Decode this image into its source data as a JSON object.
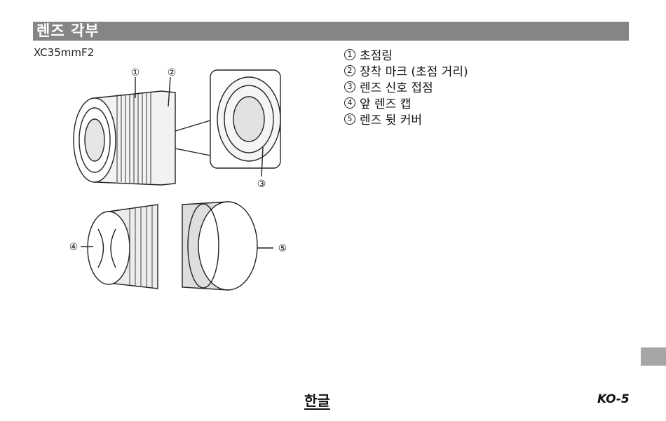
{
  "header": {
    "title": "렌즈 각부"
  },
  "model": "XC35mmF2",
  "callouts": [
    "①",
    "②",
    "③",
    "④",
    "⑤"
  ],
  "parts": [
    {
      "num": "1",
      "label": "초점링"
    },
    {
      "num": "2",
      "label": "장착 마크 (초점 거리)"
    },
    {
      "num": "3",
      "label": "렌즈 신호 접점"
    },
    {
      "num": "4",
      "label": "앞 렌즈 캡"
    },
    {
      "num": "5",
      "label": "렌즈 뒷 커버"
    }
  ],
  "footer": {
    "language": "한글",
    "page": "KO-5"
  },
  "colors": {
    "header_bar": "#858585",
    "side_tab": "#a6a6a6"
  }
}
